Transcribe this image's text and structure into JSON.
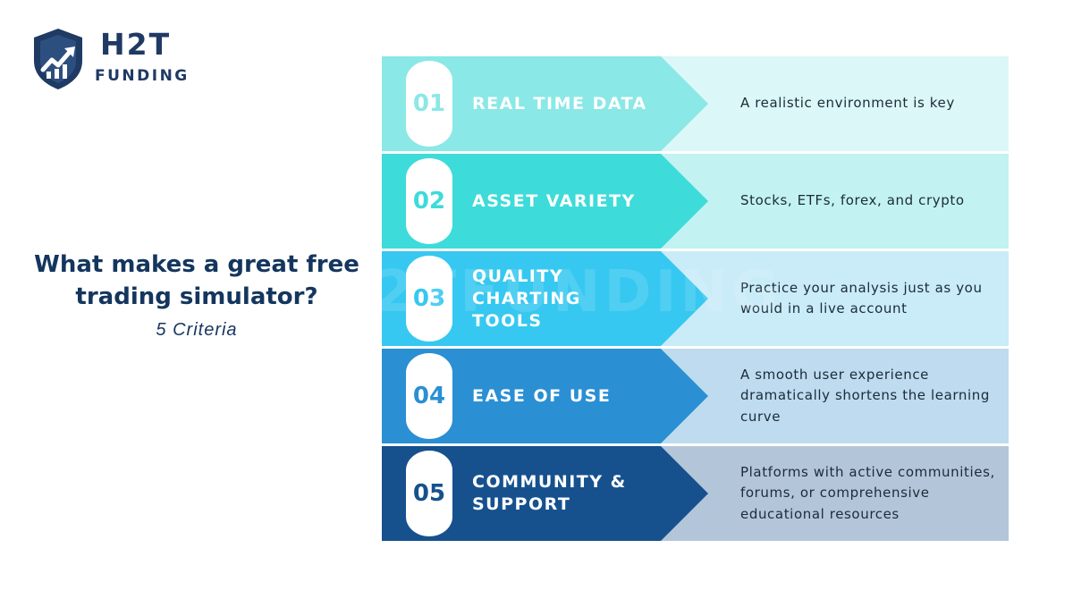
{
  "brand": {
    "name_top": "H2T",
    "name_bottom": "FUNDING",
    "color": "#1f3a63"
  },
  "heading": {
    "title": "What makes a great free trading simulator?",
    "subtitle": "5 Criteria"
  },
  "watermark": {
    "text": "2TFUNDING"
  },
  "criteria": [
    {
      "number": "01",
      "label": "REAL TIME DATA",
      "description": "A realistic environment is key",
      "arrow_color": "#8ae8e6",
      "panel_color": "#dbf7f7",
      "number_color": "#8ae8e6"
    },
    {
      "number": "02",
      "label": "ASSET VARIETY",
      "description": "Stocks, ETFs, forex, and crypto",
      "arrow_color": "#3ddbd9",
      "panel_color": "#c2f2f1",
      "number_color": "#3ddbd9"
    },
    {
      "number": "03",
      "label": "QUALITY CHARTING\nTOOLS",
      "description": "Practice your analysis just as you would in a live account",
      "arrow_color": "#36c8f0",
      "panel_color": "#c9ecf8",
      "number_color": "#36c8f0"
    },
    {
      "number": "04",
      "label": "EASE OF USE",
      "description": "A smooth user experience dramatically shortens the learning curve",
      "arrow_color": "#2a8fd3",
      "panel_color": "#bedbef",
      "number_color": "#2a8fd3"
    },
    {
      "number": "05",
      "label": "COMMUNITY &\nSUPPORT",
      "description": "Platforms with active communities, forums, or comprehensive educational resources",
      "arrow_color": "#16518e",
      "panel_color": "#b3c6d9",
      "number_color": "#16518e"
    }
  ]
}
